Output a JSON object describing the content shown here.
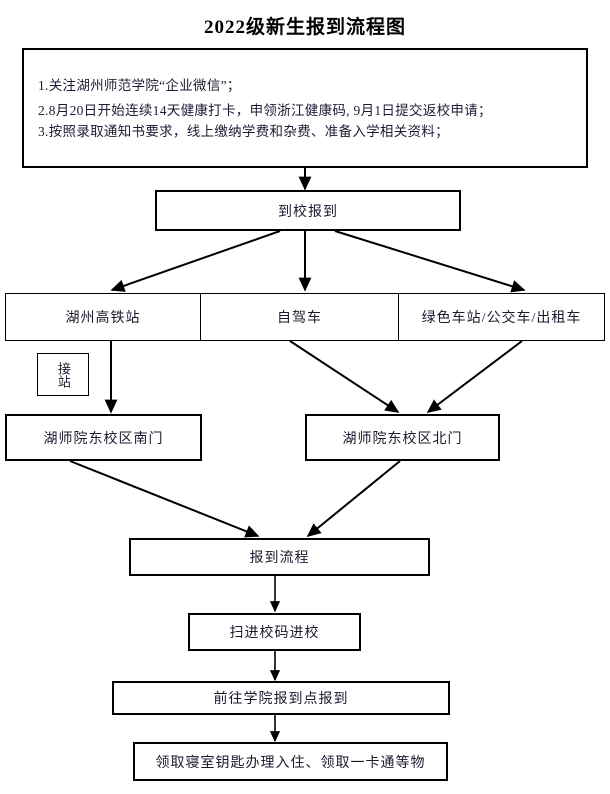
{
  "title": "2022级新生报到流程图",
  "notice": {
    "lines": [
      "1.关注湖州师范学院“企业微信”；",
      "2.8月20日开始连续14天健康打卡，申领浙江健康码, 9月1日提交返校申请；",
      "3.按照录取通知书要求，线上缴纳学费和杂费、准备入学相关资料；"
    ]
  },
  "nodes": {
    "arrive": "到校报到",
    "transport": [
      "湖州高铁站",
      "自驾车",
      "绿色车站/公交车/出租车"
    ],
    "pickup": "接站",
    "gate_south": "湖师院东校区南门",
    "gate_north": "湖师院东校区北门",
    "registration_flow": "报到流程",
    "scan_code": "扫进校码进校",
    "go_to_college": "前往学院报到点报到",
    "dorm_key": "领取寝室钥匙办理入住、领取一卡通等物"
  },
  "colors": {
    "border": "#000000",
    "text": "#1a1a2e",
    "background": "#ffffff"
  }
}
